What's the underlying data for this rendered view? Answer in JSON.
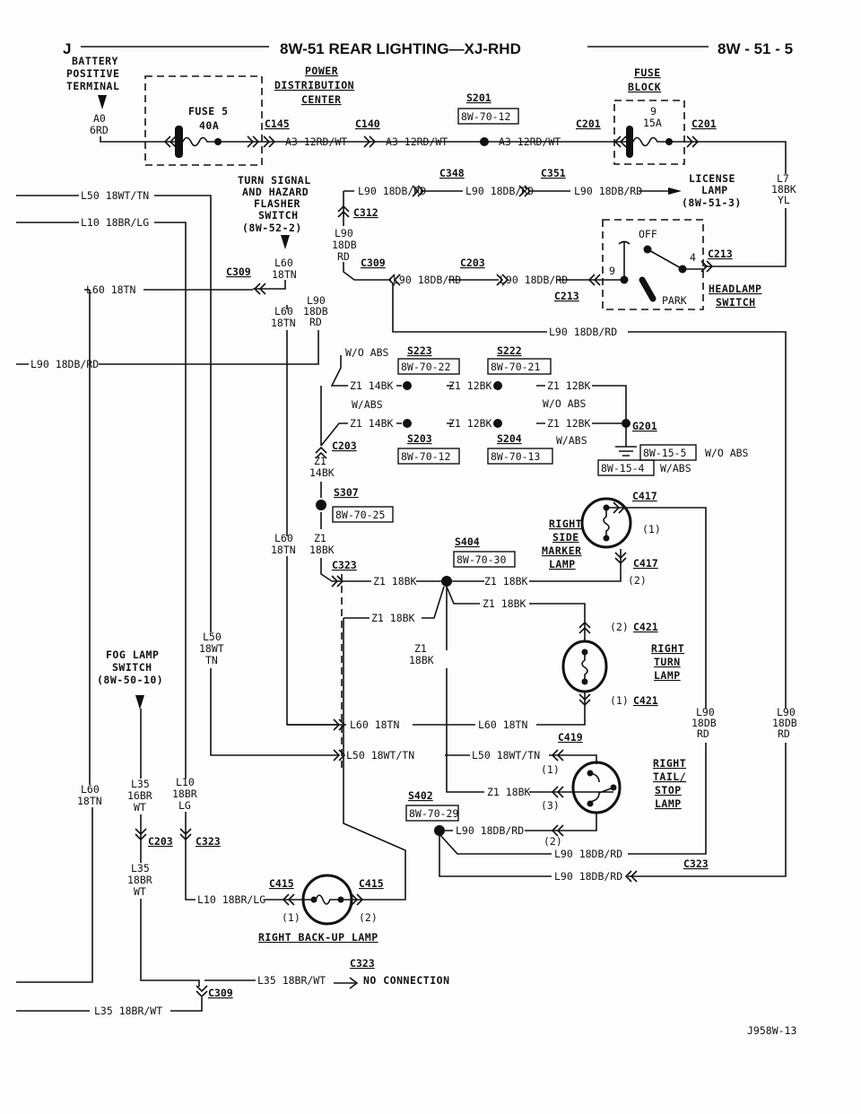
{
  "header": {
    "section_letter": "J",
    "title": "8W-51 REAR LIGHTING—XJ-RHD",
    "page": "8W - 51 - 5"
  },
  "figure_id": "J958W-13",
  "labels": {
    "batt1": "BATTERY",
    "batt2": "POSITIVE",
    "batt3": "TERMINAL",
    "a0": "A0",
    "a0g": "6RD",
    "pdc1": "POWER",
    "pdc2": "DISTRIBUTION",
    "pdc3": "CENTER",
    "fuse5": "FUSE 5",
    "fuse5a": "40A",
    "c145": "C145",
    "c140": "C140",
    "a3a": "A3 12RD/WT",
    "a3b": "A3 12RD/WT",
    "a3c": "A3 12RD/WT",
    "s201": "S201",
    "s201r": "8W-70-12",
    "fb1": "FUSE",
    "fb2": "BLOCK",
    "f9": "9",
    "f9a": "15A",
    "c201a": "C201",
    "c201b": "C201",
    "tsw1": "TURN SIGNAL",
    "tsw2": "AND HAZARD",
    "tsw3": "FLASHER",
    "tsw4": "SWITCH",
    "tsw5": "(8W-52-2)",
    "c348": "C348",
    "c351": "C351",
    "l90a": "L90 18DB/RD",
    "l90b": "L90 18DB/RD",
    "l90c": "L90 18DB/RD",
    "lic1": "LICENSE",
    "lic2": "LAMP",
    "lic3": "(8W-51-3)",
    "l7a": "L7",
    "l7b": "18BK",
    "l7c": "YL",
    "c312": "C312",
    "l90v1a": "L90",
    "l90v1b": "18DB",
    "l90v1c": "RD",
    "l60aa": "L60",
    "l60ab": "18TN",
    "c309a": "C309",
    "c309b": "C309",
    "c203a": "C203",
    "l90d": "L90 18DB/RD",
    "l90e": "L90 18DB/RD",
    "c213a": "C213",
    "c213b": "C213",
    "off": "OFF",
    "sw9": "9",
    "sw4": "4",
    "park": "PARK",
    "hl1": "HEADLAMP",
    "hl2": "SWITCH",
    "l50": "L50 18WT/TN",
    "l10": "L10 18BR/LG",
    "l60": "L60 18TN",
    "l90f": "L90 18DB/RD",
    "l60ba": "L60",
    "l60bb": "18TN",
    "l90v2a": "L90",
    "l90v2b": "18DB",
    "l90v2c": "RD",
    "l90g": "L90 18DB/RD",
    "woabs1": "W/O ABS",
    "s223": "S223",
    "s223r": "8W-70-22",
    "s222": "S222",
    "s222r": "8W-70-21",
    "r1a": "Z1 14BK",
    "r1b": "Z1 12BK",
    "r1c": "Z1 12BK",
    "woabs2": "W/O ABS",
    "wabs1": "W/ABS",
    "r2a": "Z1 14BK",
    "r2b": "Z1 12BK",
    "r2c": "Z1 12BK",
    "wabs2": "W/ABS",
    "s203": "S203",
    "s203r": "8W-70-12",
    "s204": "S204",
    "s204r": "8W-70-13",
    "g201": "G201",
    "g201r1": "8W-15-5",
    "woabs3": "W/O ABS",
    "g201r2": "8W-15-4",
    "wabs3": "W/ABS",
    "c203b": "C203",
    "z1aa": "Z1",
    "z1ab": "14BK",
    "s307": "S307",
    "s307r": "8W-70-25",
    "l60ca": "L60",
    "l60cb": "18TN",
    "z1ba": "Z1",
    "z1bb": "18BK",
    "c323a": "C323",
    "z1c": "Z1 18BK",
    "s404": "S404",
    "s404r": "8W-70-30",
    "z1d": "Z1 18BK",
    "rsm1": "RIGHT",
    "rsm2": "SIDE",
    "rsm3": "MARKER",
    "rsm4": "LAMP",
    "c417a": "C417",
    "c417p1": "(1)",
    "c417b": "C417",
    "c417p2": "(2)",
    "z1e": "Z1 18BK",
    "z1f": "Z1 18BK",
    "l50va": "L50",
    "l50vb": "18WT",
    "l50vc": "TN",
    "z1ga": "Z1",
    "z1gb": "18BK",
    "fog1": "FOG LAMP",
    "fog2": "SWITCH",
    "fog3": "(8W-50-10)",
    "c421a": "C421",
    "c421p2": "(2)",
    "rtl1": "RIGHT",
    "rtl2": "TURN",
    "rtl3": "LAMP",
    "c421b": "C421",
    "c421p1": "(1)",
    "l60d": "L60 18TN",
    "l60e": "L60 18TN",
    "l90v3a": "L90",
    "l90v3b": "18DB",
    "l90v3c": "RD",
    "l90v4a": "L90",
    "l90v4b": "18DB",
    "l90v4c": "RD",
    "c419": "C419",
    "l50b": "L50 18WT/TN",
    "l50c": "L50 18WT/TN",
    "c419p1": "(1)",
    "ts1": "RIGHT",
    "ts2": "TAIL/",
    "ts3": "STOP",
    "ts4": "LAMP",
    "z1h": "Z1 18BK",
    "c419p3": "(3)",
    "s402": "S402",
    "s402r": "8W-70-29",
    "l90h": "L90 18DB/RD",
    "c419p2": "(2)",
    "l90i": "L90 18DB/RD",
    "l90j": "L90 18DB/RD",
    "c323b": "C323",
    "l60fa": "L60",
    "l60fb": "18TN",
    "l35aa": "L35",
    "l35ab": "16BR",
    "l35ac": "WT",
    "l10va": "L10",
    "l10vb": "18BR",
    "l10vc": "LG",
    "c203c": "C203",
    "c323c": "C323",
    "l35ba": "L35",
    "l35bb": "18BR",
    "l35bc": "WT",
    "c415a": "C415",
    "c415b": "C415",
    "l10b": "L10 18BR/LG",
    "c415p1": "(1)",
    "c415p2": "(2)",
    "bu": "RIGHT BACK-UP LAMP",
    "c323d": "C323",
    "l35c": "L35 18BR/WT",
    "nc": "NO CONNECTION",
    "c309c": "C309",
    "l35d": "L35 18BR/WT"
  }
}
